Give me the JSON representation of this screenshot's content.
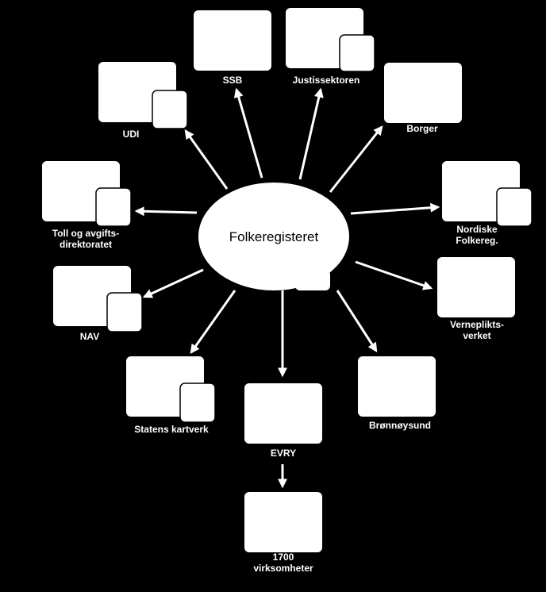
{
  "colors": {
    "background": "#000000",
    "node_fill": "#ffffff",
    "arrow": "#ffffff",
    "label_text": "#ffffff",
    "center_text": "#000000"
  },
  "center": {
    "label": "Folkeregisteret"
  },
  "nodes": {
    "ssb": {
      "label": "SSB"
    },
    "justissektoren": {
      "label": "Justissektoren"
    },
    "udi": {
      "label": "UDI"
    },
    "borger": {
      "label": "Borger"
    },
    "toll": {
      "line1": "Toll og avgifts-",
      "line2": "direktoratet"
    },
    "nordiske": {
      "line1": "Nordiske",
      "line2": "Folkereg."
    },
    "nav": {
      "label": "NAV"
    },
    "verneplikt": {
      "line1": "Verneplikts-",
      "line2": "verket"
    },
    "kartverk": {
      "label": "Statens kartverk"
    },
    "evry": {
      "label": "EVRY"
    },
    "bronnoysund": {
      "label": "Brønnøysund"
    },
    "virksomheter": {
      "line1": "1700",
      "line2": "virksomheter"
    }
  }
}
